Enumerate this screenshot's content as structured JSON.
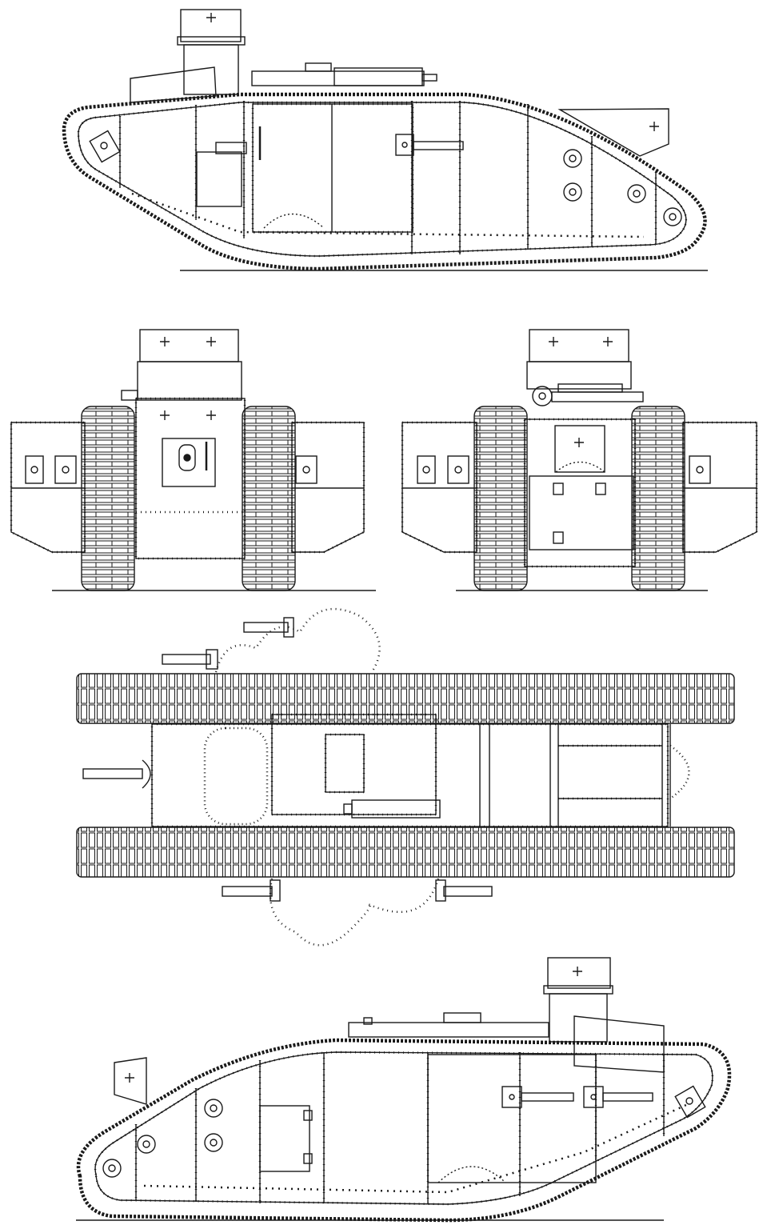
{
  "drawing": {
    "subject": "tank-orthographic-views",
    "views": [
      "side-view-right",
      "front-view",
      "rear-view",
      "top-view",
      "side-view-left"
    ],
    "colors": {
      "line": "#1a1a1a",
      "paper": "#ffffff"
    }
  }
}
